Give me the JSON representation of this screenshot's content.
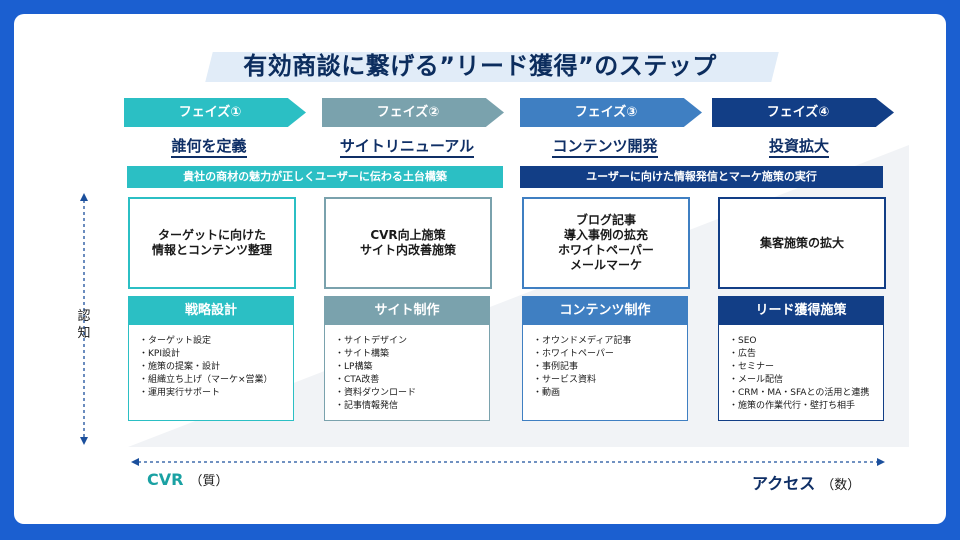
{
  "title": "有効商談に繋げる”リード獲得”のステップ",
  "phases": [
    {
      "label": "フェイズ①",
      "name": "誰何を定義",
      "color": "#2bbfc4",
      "box1": "ターゲットに向けた\n情報とコンテンツ整理",
      "box2_title": "戦略設計",
      "items": [
        "ターゲット設定",
        "KPI設計",
        "施策の提案・設計",
        "組織立ち上げ（マーケ×営業）",
        "運用実行サポート"
      ]
    },
    {
      "label": "フェイズ②",
      "name": "サイトリニューアル",
      "color": "#7aa2ad",
      "box1": "CVR向上施策\nサイト内改善施策",
      "box2_title": "サイト制作",
      "items": [
        "サイトデザイン",
        "サイト構築",
        "LP構築",
        "CTA改善",
        "資料ダウンロード",
        "記事情報発信"
      ]
    },
    {
      "label": "フェイズ③",
      "name": "コンテンツ開発",
      "color": "#3f7fc2",
      "box1": "ブログ記事\n導入事例の拡充\nホワイトペーパー\nメールマーケ",
      "box2_title": "コンテンツ制作",
      "items": [
        "オウンドメディア記事",
        "ホワイトペーパー",
        "事例記事",
        "サービス資料",
        "動画"
      ]
    },
    {
      "label": "フェイズ④",
      "name": "投資拡大",
      "color": "#123e86",
      "box1": "集客施策の拡大",
      "box2_title": "リード獲得施策",
      "items": [
        "SEO",
        "広告",
        "セミナー",
        "メール配信",
        "CRM・MA・SFAとの活用と連携",
        "施策の作業代行・壁打ち相手"
      ]
    }
  ],
  "banners": {
    "left": "貴社の商材の魅力が正しくユーザーに伝わる土台構築",
    "right": "ユーザーに向けた情報発信とマーケ施策の実行"
  },
  "axis": {
    "vertical_label": "認\n知",
    "left_label": "CVR",
    "left_sub": "（質）",
    "right_label": "アクセス",
    "right_sub": "（数）"
  },
  "colors": {
    "background": "#1b5fd0",
    "banner_left": "#2bbfc4",
    "banner_right": "#123e86"
  }
}
